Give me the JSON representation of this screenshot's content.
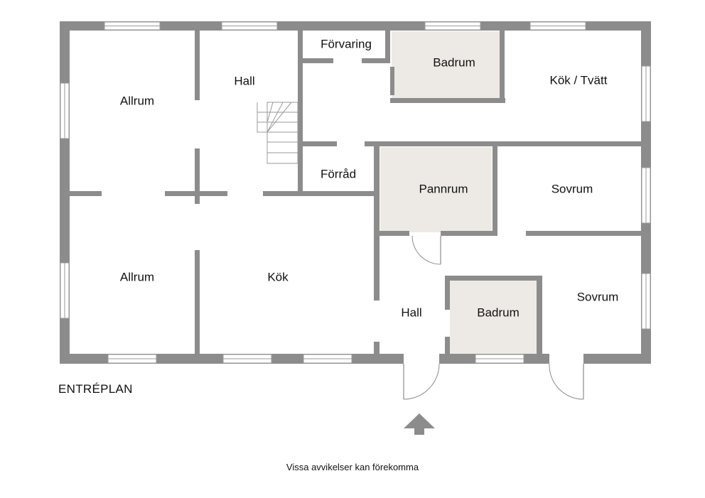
{
  "plan": {
    "title": "ENTRÉPLAN",
    "disclaimer": "Vissa avvikelser kan förekomma",
    "rooms": {
      "allrum_top": "Allrum",
      "hall_top": "Hall",
      "forvaring": "Förvaring",
      "badrum_top": "Badrum",
      "kok_tvatt": "Kök / Tvätt",
      "forrad": "Förråd",
      "pannrum": "Pannrum",
      "sovrum_top": "Sovrum",
      "allrum_bottom": "Allrum",
      "kok": "Kök",
      "hall_bottom": "Hall",
      "badrum_bottom": "Badrum",
      "sovrum_bottom": "Sovrum"
    },
    "colors": {
      "wall": "#8c8c8c",
      "wet_room_floor": "#edeae5",
      "background": "#ffffff"
    }
  }
}
